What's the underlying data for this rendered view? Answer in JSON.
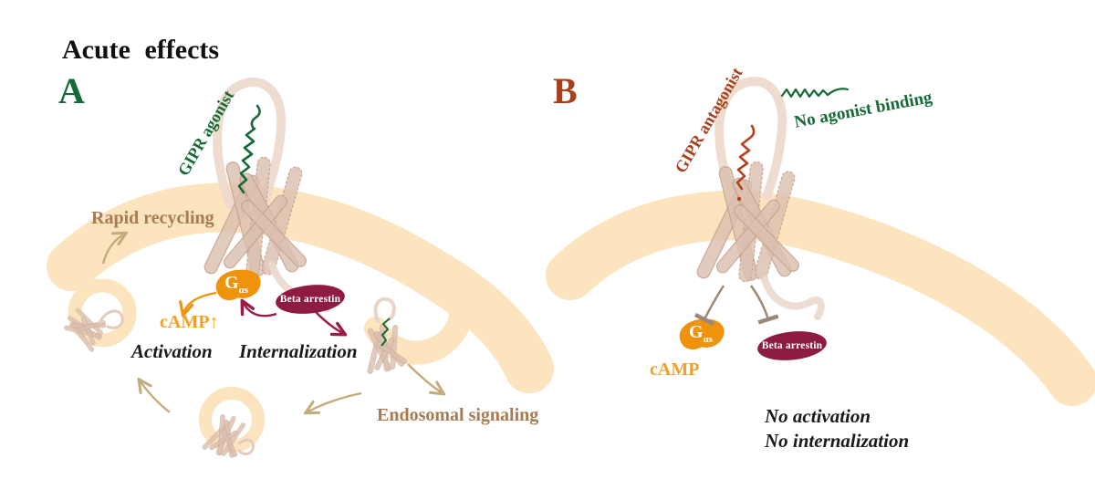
{
  "title": "Acute effects",
  "panel_a": {
    "label": "A",
    "ligand_label": "GIPR agonist",
    "rapid_recycling": "Rapid recycling",
    "endosomal_signaling": "Endosomal signaling",
    "g_protein": {
      "main": "G",
      "sub": "αs"
    },
    "beta_arrestin": "Beta arrestin",
    "camp": "cAMP↑",
    "activation": "Activation",
    "internalization": "Internalization"
  },
  "panel_b": {
    "label": "B",
    "ligand_label": "GIPR antagonist",
    "no_agonist_binding": "No agonist binding",
    "g_protein": {
      "main": "G",
      "sub": "αs"
    },
    "beta_arrestin": "Beta arrestin",
    "camp": "cAMP",
    "no_activation": "No activation",
    "no_internalization": "No internalization"
  },
  "colors": {
    "agonist_green": "#156B35",
    "antagonist_brick": "#A8401C",
    "membrane_peach": "#FBE4BE",
    "helix_tan": "#DBC0B0",
    "helix_outline": "#C3A08C",
    "ecd_pink": "#EDDACF",
    "g_protein_orange": "#F0930C",
    "camp_orange_text": "#F2A024",
    "beta_arrestin_maroon": "#8E1C42",
    "maroon_arrow": "#9B1B44",
    "brown_label": "#A87B50",
    "tan_arrow": "#C5AC7C",
    "inhibition_gray": "#9A8878",
    "black_text": "#1A1A1A"
  }
}
